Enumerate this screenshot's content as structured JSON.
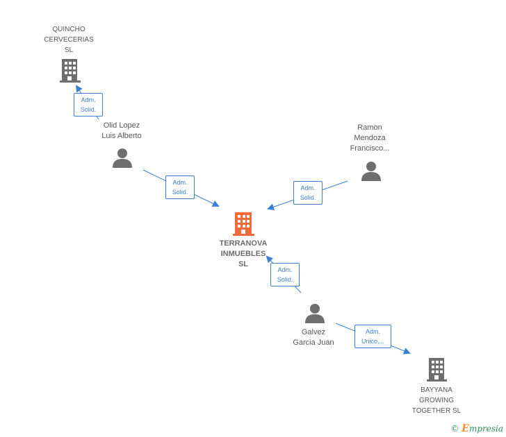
{
  "colors": {
    "edge": "#3d7fd1",
    "main_company": "#f26a3a",
    "node": "#6e6e6e"
  },
  "nodes": {
    "quincho": {
      "lines": [
        "QUINCHO",
        "CERVECERIAS",
        "SL"
      ],
      "icon": "building-icon"
    },
    "olid": {
      "lines": [
        "Olid Lopez",
        "Luis Alberto"
      ],
      "icon": "person-icon"
    },
    "ramon": {
      "lines": [
        "Ramon",
        "Mendoza",
        "Francisco..."
      ],
      "icon": "person-icon"
    },
    "terranova": {
      "lines": [
        "TERRANOVA",
        "INMUEBLES",
        "SL"
      ],
      "icon": "building-icon"
    },
    "galvez": {
      "lines": [
        "Galvez",
        "Garcia Juan"
      ],
      "icon": "person-icon"
    },
    "bayyana": {
      "lines": [
        "BAYYANA",
        "GROWING",
        "TOGETHER SL"
      ],
      "icon": "building-icon"
    }
  },
  "edges": {
    "olid_quincho": [
      "Adm.",
      "Solid."
    ],
    "olid_terranova": [
      "Adm.",
      "Solid."
    ],
    "ramon_terranova": [
      "Adm.",
      "Solid."
    ],
    "galvez_terranova": [
      "Adm.",
      "Solid."
    ],
    "galvez_bayyana": [
      "Adm.",
      "Unico,..."
    ]
  },
  "footer": {
    "copyright": "©",
    "brand_initial": "E",
    "brand_rest": "mpresia"
  }
}
